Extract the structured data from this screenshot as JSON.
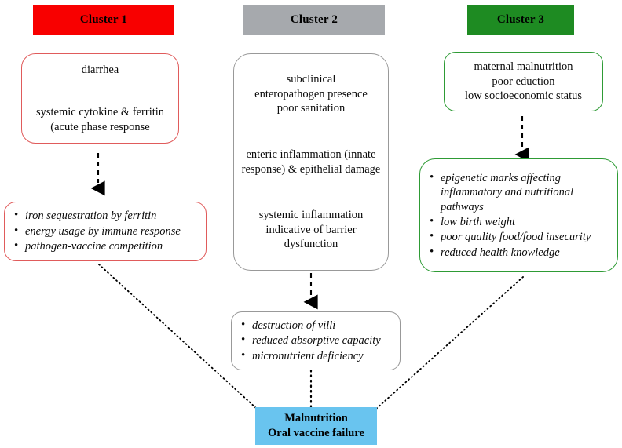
{
  "figure": {
    "title": "Three-cluster pathway diagram to malnutrition and oral vaccine failure",
    "background": "#ffffff"
  },
  "colors": {
    "cluster1_header_bg": "#f80000",
    "cluster1_border": "#e05b5b",
    "cluster2_header_bg": "#a6a9ad",
    "cluster2_border": "#999999",
    "cluster3_header_bg": "#1e8b22",
    "cluster3_border": "#2e9b35",
    "outcome_bg": "#69c4ef",
    "arrow": "#000000",
    "connector": "#000000"
  },
  "clusters": [
    {
      "id": "cluster-1",
      "header_label": "Cluster 1",
      "nodes": [
        {
          "id": "c1-node-1",
          "type": "centered-text",
          "lines": [
            {
              "text": "diarrhea",
              "style": "normal"
            },
            {
              "text": "ARROW",
              "style": "arrow"
            },
            {
              "text": "systemic cytokine & ferritin",
              "style": "normal"
            },
            {
              "text": "(acute phase response",
              "style": "normal"
            }
          ]
        },
        {
          "id": "c1-node-2",
          "type": "bullets",
          "items": [
            "iron sequestration by ferritin",
            "energy usage by immune response",
            "pathogen-vaccine competition"
          ]
        }
      ]
    },
    {
      "id": "cluster-2",
      "header_label": "Cluster 2",
      "nodes": [
        {
          "id": "c2-node-1",
          "type": "centered-text",
          "lines": [
            {
              "text": "subclinical",
              "style": "italic"
            },
            {
              "text": "enteropathogen presence",
              "style": "italic"
            },
            {
              "text": "poor sanitation",
              "style": "normal"
            },
            {
              "text": "ARROW",
              "style": "arrow"
            },
            {
              "text": "enteric inflammation (innate",
              "style": "normal"
            },
            {
              "text": "response) & epithelial damage",
              "style": "normal"
            },
            {
              "text": "ARROW",
              "style": "arrow"
            },
            {
              "text": "systemic inflammation",
              "style": "normal"
            },
            {
              "text": "indicative of barrier",
              "style": "normal"
            },
            {
              "text": "dysfunction",
              "style": "normal"
            }
          ]
        },
        {
          "id": "c2-node-2",
          "type": "bullets",
          "items": [
            "destruction of villi",
            "reduced absorptive capacity",
            "micronutrient deficiency"
          ]
        }
      ]
    },
    {
      "id": "cluster-3",
      "header_label": "Cluster 3",
      "nodes": [
        {
          "id": "c3-node-1",
          "type": "centered-text",
          "lines": [
            {
              "text": "maternal malnutrition",
              "style": "normal"
            },
            {
              "text": "poor eduction",
              "style": "normal"
            },
            {
              "text": "low socioeconomic status",
              "style": "normal"
            }
          ]
        },
        {
          "id": "c3-node-2",
          "type": "bullets",
          "items": [
            "epigenetic marks affecting inflammatory and nutritional pathways",
            "low birth weight",
            "poor quality food/food insecurity",
            "reduced health knowledge"
          ]
        }
      ]
    }
  ],
  "outcome": {
    "id": "outcome-box",
    "line1": "Malnutrition",
    "line2": "Oral vaccine failure"
  },
  "c1_text": {
    "line1": "diarrhea",
    "line2": "systemic cytokine & ferritin",
    "line3": "(acute phase response",
    "b1": "iron sequestration by ferritin",
    "b2": "energy usage by immune response",
    "b3": "pathogen-vaccine competition"
  },
  "c2_text": {
    "line1": "subclinical",
    "line2": "enteropathogen presence",
    "line3": "poor sanitation",
    "line4": "enteric inflammation (innate",
    "line5": "response) & epithelial damage",
    "line6": "systemic inflammation",
    "line7": "indicative of barrier",
    "line8": "dysfunction",
    "b1": "destruction of villi",
    "b2": "reduced absorptive capacity",
    "b3": "micronutrient deficiency"
  },
  "c3_text": {
    "line1": "maternal malnutrition",
    "line2": "poor eduction",
    "line3": "low socioeconomic status",
    "b1": "epigenetic marks affecting inflammatory and nutritional pathways",
    "b2": "low birth weight",
    "b3": "poor quality food/food insecurity",
    "b4": "reduced health knowledge"
  },
  "headers": {
    "c1": "Cluster 1",
    "c2": "Cluster 2",
    "c3": "Cluster 3"
  }
}
